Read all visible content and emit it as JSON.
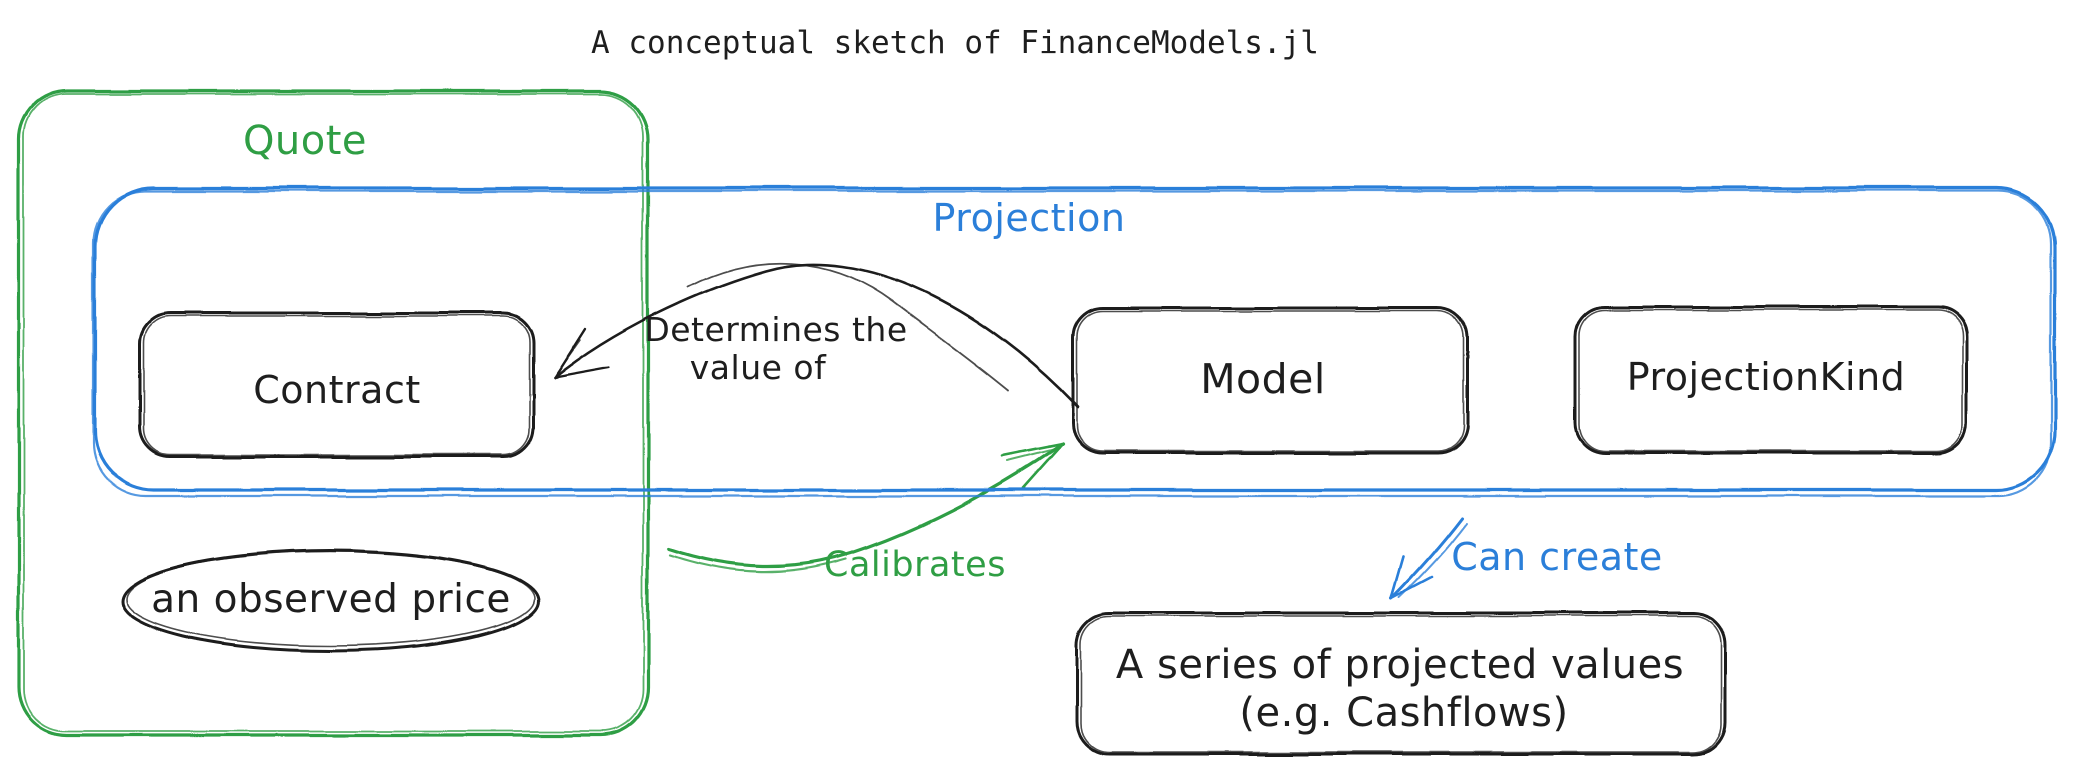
{
  "title": "A conceptual sketch of FinanceModels.jl",
  "colors": {
    "ink": "#1e1e1e",
    "green": "#2f9e44",
    "blue": "#2b7fd9"
  },
  "groups": {
    "quote": {
      "label": "Quote"
    },
    "projection": {
      "label": "Projection"
    }
  },
  "nodes": {
    "contract": {
      "label": "Contract"
    },
    "model": {
      "label": "Model"
    },
    "projection_kind": {
      "label": "ProjectionKind"
    },
    "observed_price": {
      "label": "an observed price"
    },
    "projected_values": {
      "line1": "A series of projected values",
      "line2": "(e.g. Cashflows)"
    }
  },
  "edges": {
    "determines": {
      "line1": "Determines the",
      "line2": "value of"
    },
    "calibrates": {
      "label": "Calibrates"
    },
    "can_create": {
      "label": "Can create"
    }
  }
}
